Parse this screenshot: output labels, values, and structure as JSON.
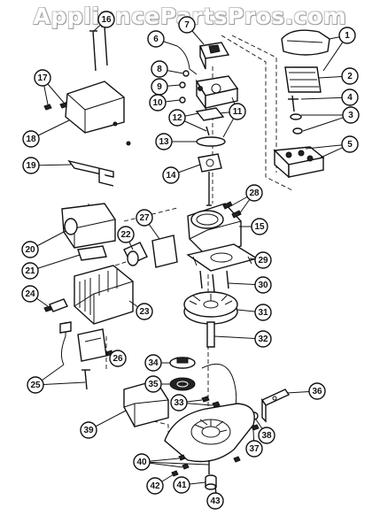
{
  "watermark": "AppliancePartsPros.com",
  "callouts": [
    {
      "n": "1"
    },
    {
      "n": "2"
    },
    {
      "n": "3"
    },
    {
      "n": "4"
    },
    {
      "n": "5"
    },
    {
      "n": "6"
    },
    {
      "n": "7"
    },
    {
      "n": "8"
    },
    {
      "n": "9"
    },
    {
      "n": "10"
    },
    {
      "n": "11"
    },
    {
      "n": "12"
    },
    {
      "n": "13"
    },
    {
      "n": "14"
    },
    {
      "n": "15"
    },
    {
      "n": "16"
    },
    {
      "n": "17"
    },
    {
      "n": "18"
    },
    {
      "n": "19"
    },
    {
      "n": "20"
    },
    {
      "n": "21"
    },
    {
      "n": "22"
    },
    {
      "n": "23"
    },
    {
      "n": "24"
    },
    {
      "n": "25"
    },
    {
      "n": "26"
    },
    {
      "n": "27"
    },
    {
      "n": "28"
    },
    {
      "n": "29"
    },
    {
      "n": "30"
    },
    {
      "n": "31"
    },
    {
      "n": "32"
    },
    {
      "n": "33"
    },
    {
      "n": "34"
    },
    {
      "n": "35"
    },
    {
      "n": "36"
    },
    {
      "n": "37"
    },
    {
      "n": "38"
    },
    {
      "n": "39"
    },
    {
      "n": "40"
    },
    {
      "n": "41"
    },
    {
      "n": "42"
    },
    {
      "n": "43"
    }
  ]
}
